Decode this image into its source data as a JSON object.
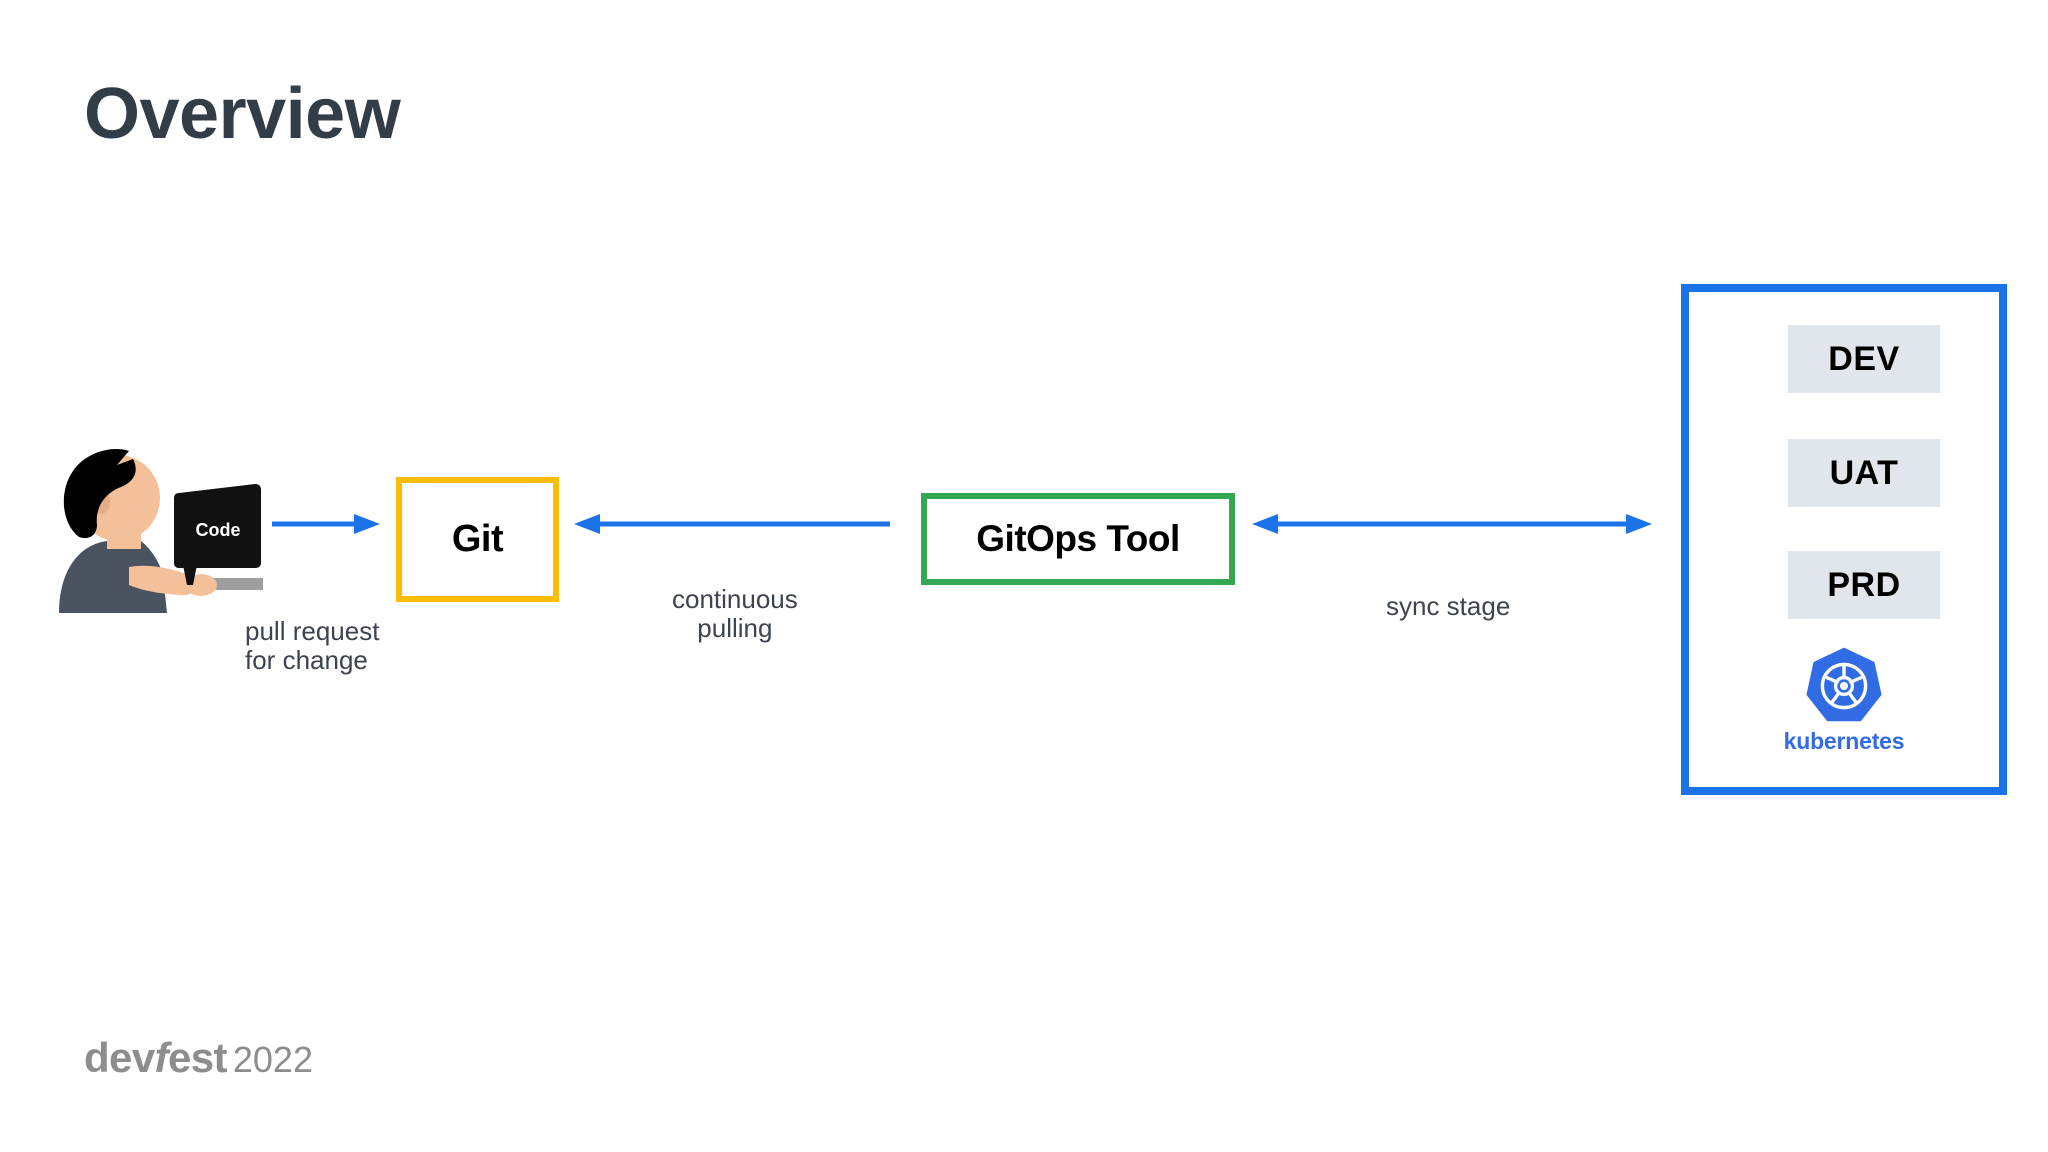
{
  "slide": {
    "title": "Overview",
    "title_color": "#323d47",
    "background": "#ffffff"
  },
  "colors": {
    "arrow_blue": "#1A73E8",
    "git_border_yellow": "#FBBC04",
    "gitops_border_green": "#34A853",
    "cluster_border_blue": "#1A73E8",
    "env_box_fill": "#E1E6ED",
    "kubernetes_blue": "#326CE5",
    "label_text": "#3c4450",
    "footer_gray": "#8d8d8d"
  },
  "illustration": {
    "name": "developer-at-computer",
    "screen_label": "Code",
    "hair_color": "#000000",
    "shirt_color": "#4A5461",
    "skin_color": "#F4C09A",
    "monitor_color": "#111111",
    "desk_color": "#9E9E9E"
  },
  "nodes": {
    "git": {
      "label": "Git",
      "border_color": "#FBBC04"
    },
    "gitops_tool": {
      "label": "GitOps Tool",
      "border_color": "#34A853"
    }
  },
  "cluster": {
    "border_color": "#1A73E8",
    "environments": [
      {
        "label": "DEV"
      },
      {
        "label": "UAT"
      },
      {
        "label": "PRD"
      }
    ],
    "platform": {
      "name": "kubernetes-logo",
      "wordmark": "kubernetes"
    }
  },
  "edges": [
    {
      "id": "pull-request",
      "label": "pull request\nfor change",
      "direction": "right",
      "color": "#1A73E8"
    },
    {
      "id": "continuous-pulling",
      "label": "continuous\npulling",
      "direction": "left",
      "color": "#1A73E8"
    },
    {
      "id": "sync-stage",
      "label": "sync stage",
      "direction": "both",
      "color": "#1A73E8"
    }
  ],
  "footer": {
    "brand_prefix": "dev",
    "brand_f": "f",
    "brand_suffix": "est",
    "year": "2022"
  }
}
